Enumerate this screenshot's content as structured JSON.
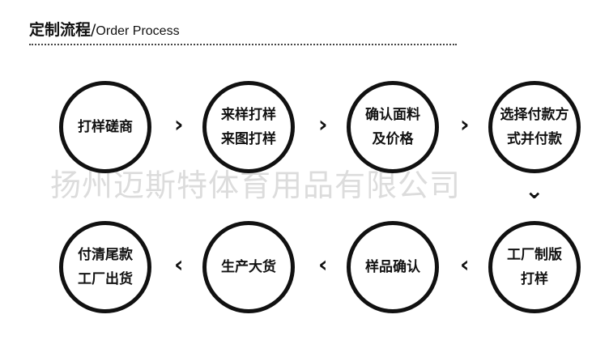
{
  "header": {
    "title_zh": "定制流程",
    "title_sep": "/",
    "title_en": "Order Process"
  },
  "watermark": "扬州迈斯特体育用品有限公司",
  "steps": [
    {
      "label": "打样磋商"
    },
    {
      "label": "来样打样\n来图打样"
    },
    {
      "label": "确认面料\n及价格"
    },
    {
      "label": "选择付款方\n式并付款"
    },
    {
      "label": "工厂制版\n打样"
    },
    {
      "label": "样品确认"
    },
    {
      "label": "生产大货"
    },
    {
      "label": "付清尾款\n工厂出货"
    }
  ],
  "arrows": {
    "right": "›",
    "left": "‹",
    "down": "⌄"
  }
}
